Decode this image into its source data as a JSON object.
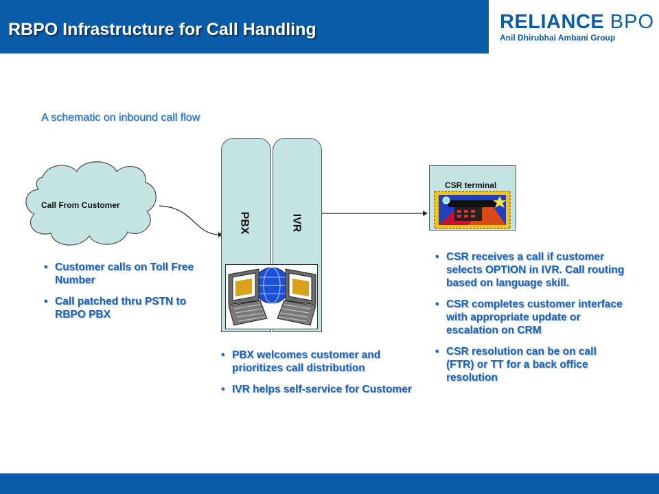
{
  "header": {
    "title": "RBPO Infrastructure for Call Handling",
    "logo_main": "RELIANCE",
    "logo_suffix": "BPO",
    "logo_sub": "Anil Dhirubhai Ambani Group"
  },
  "diagram": {
    "subtitle": "A schematic on inbound call flow",
    "cloud_label": "Call From Customer",
    "pbx_label": "PBX",
    "ivr_label": "IVR",
    "csr_label": "CSR terminal"
  },
  "left_points": [
    "Customer calls on Toll Free Number",
    "Call patched thru PSTN to RBPO PBX"
  ],
  "mid_points": [
    "PBX welcomes customer and prioritizes call distribution",
    "IVR helps self-service for Customer"
  ],
  "right_points": [
    "CSR receives a call if customer selects OPTION in IVR. Call routing based on language skill.",
    "CSR completes customer interface with appropriate update or escalation on CRM",
    "CSR resolution can be on call (FTR) or TT for a back office resolution"
  ],
  "colors": {
    "brand_blue": "#0a5ca8",
    "text_blue": "#1e64b0",
    "panel_teal": "#c4e4e4"
  }
}
